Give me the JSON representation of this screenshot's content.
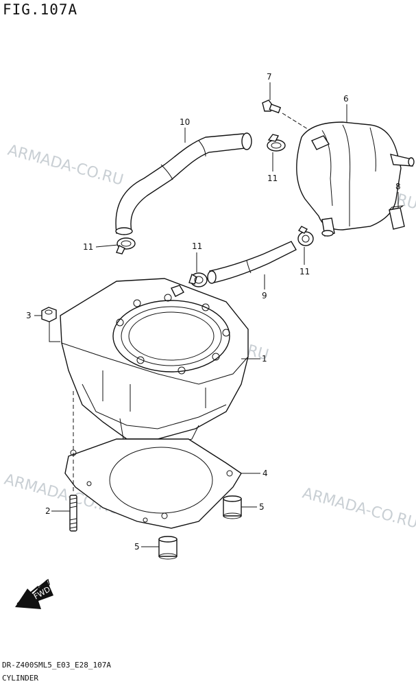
{
  "figure": {
    "title": "FIG.107A",
    "footer_code": "DR-Z400SML5_E03_E28_107A",
    "footer_name": "CYLINDER"
  },
  "watermark": "ARMADA-CO.RU",
  "fwd_label": "FWD",
  "callouts": [
    "1",
    "2",
    "3",
    "4",
    "5",
    "6",
    "7",
    "8",
    "9",
    "10",
    "11"
  ],
  "parts": [
    {
      "no": "1",
      "part": "cylinder"
    },
    {
      "no": "2",
      "part": "stud"
    },
    {
      "no": "3",
      "part": "nut"
    },
    {
      "no": "4",
      "part": "gasket"
    },
    {
      "no": "5",
      "part": "dowel-pin"
    },
    {
      "no": "6",
      "part": "reed-valve-case"
    },
    {
      "no": "7",
      "part": "bolt"
    },
    {
      "no": "8",
      "part": "cushion"
    },
    {
      "no": "9",
      "part": "hose"
    },
    {
      "no": "10",
      "part": "hose"
    },
    {
      "no": "11",
      "part": "clamp"
    }
  ],
  "colors": {
    "ink": "#111111",
    "watermark": "#b7c0c6",
    "background": "#ffffff"
  }
}
